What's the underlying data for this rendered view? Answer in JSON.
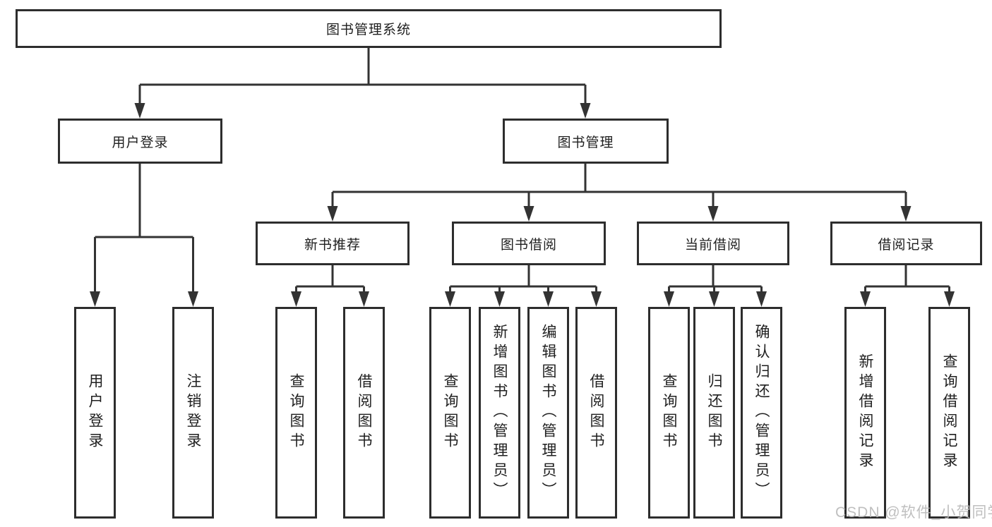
{
  "tree": {
    "label": "图书管理系统",
    "children": [
      {
        "label": "用户登录",
        "children": [
          {
            "label": "用户登录"
          },
          {
            "label": "注销登录"
          }
        ]
      },
      {
        "label": "图书管理",
        "children": [
          {
            "label": "新书推荐",
            "children": [
              {
                "label": "查询图书"
              },
              {
                "label": "借阅图书"
              }
            ]
          },
          {
            "label": "图书借阅",
            "children": [
              {
                "label": "查询图书"
              },
              {
                "label": "新增图书（管理员）"
              },
              {
                "label": "编辑图书（管理员）"
              },
              {
                "label": "借阅图书"
              }
            ]
          },
          {
            "label": "当前借阅",
            "children": [
              {
                "label": "查询图书"
              },
              {
                "label": "归还图书"
              },
              {
                "label": "确认归还（管理员）"
              }
            ]
          },
          {
            "label": "借阅记录",
            "children": [
              {
                "label": "新增借阅记录"
              },
              {
                "label": "查询借阅记录"
              }
            ]
          }
        ]
      }
    ]
  },
  "watermark": {
    "text": "CSDN @软件_小贺同学"
  },
  "colors": {
    "line": "#333333",
    "border": "#2d2d2d",
    "text": "#1f1f1f",
    "watermark": "#b9b9b9",
    "background": "#ffffff"
  }
}
